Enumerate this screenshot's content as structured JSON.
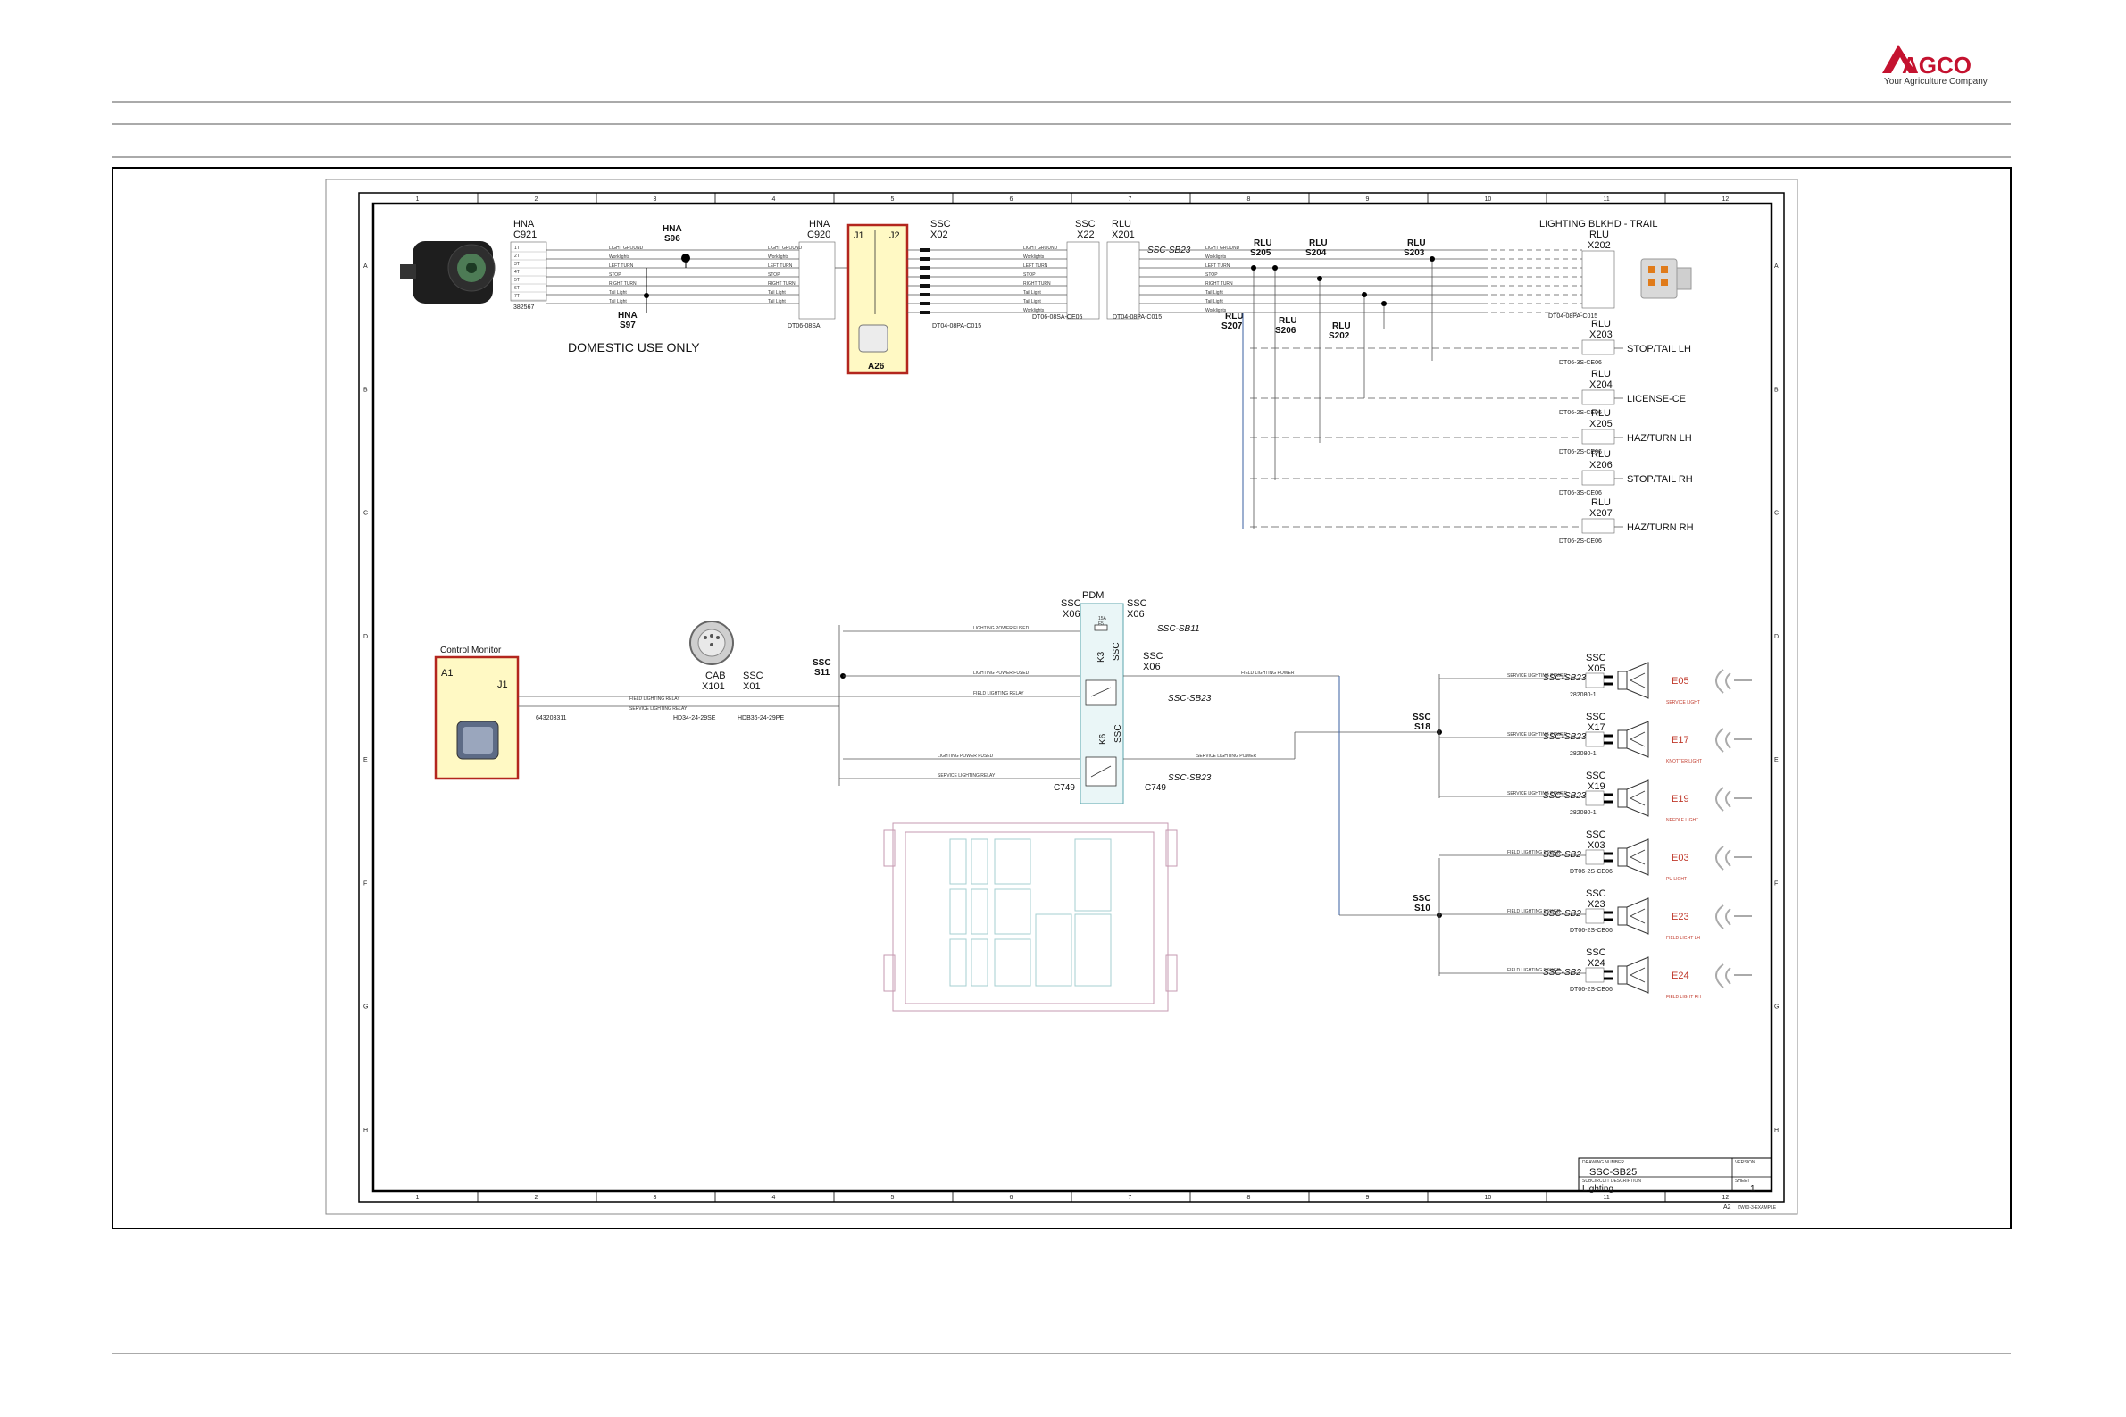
{
  "brand": {
    "name": "AGCO",
    "tagline": "Your Agriculture Company",
    "color": "#c4122f"
  },
  "grid": {
    "cols": [
      "1",
      "2",
      "3",
      "4",
      "5",
      "6",
      "7",
      "8",
      "9",
      "10",
      "11",
      "12"
    ],
    "rows": [
      "A",
      "B",
      "C",
      "D",
      "E",
      "F",
      "G",
      "H"
    ]
  },
  "title_block": {
    "drawing_number_label": "DRAWING NUMBER",
    "drawing_number": "SSC-SB25",
    "version_label": "VERSION",
    "subcircuit_label": "SUBCIRCUIT DESCRIPTION",
    "subcircuit": "Lighting",
    "sheet_label": "SHEET",
    "sheet": "1",
    "size": "A2",
    "revision_code": "ZW60-3-EXAMPLE"
  },
  "connectors": {
    "c921": {
      "top": "HNA",
      "id": "C921",
      "part": "382567",
      "pins": [
        "1T",
        "2T",
        "3T",
        "4T",
        "5T",
        "6T",
        "7T"
      ]
    },
    "s96": {
      "top": "HNA",
      "id": "S96"
    },
    "s97": {
      "top": "HNA",
      "id": "S97"
    },
    "c920": {
      "top": "HNA",
      "id": "C920",
      "part": "DT06-08SA"
    },
    "a26": {
      "id": "A26",
      "j1": "J1",
      "j2": "J2"
    },
    "x02": {
      "top": "SSC",
      "id": "X02",
      "part": "DT04-08PA-C015"
    },
    "x22": {
      "top": "SSC",
      "id": "X22",
      "part": "DT06-08SA-CE05"
    },
    "x201": {
      "top": "RLU",
      "id": "X201",
      "part": "DT04-08PA-C015"
    },
    "ref_sb23": "SSC-SB23",
    "domestic": "DOMESTIC USE ONLY",
    "x202": {
      "title": "LIGHTING BLKHD - TRAIL",
      "top": "RLU",
      "id": "X202",
      "part": "DT04-08PA-C015"
    },
    "x203": {
      "top": "RLU",
      "id": "X203",
      "part": "DT06-3S-CE06",
      "label": "STOP/TAIL LH"
    },
    "x204": {
      "top": "RLU",
      "id": "X204",
      "part": "DT06-2S-CE06",
      "label": "LICENSE-CE"
    },
    "x205": {
      "top": "RLU",
      "id": "X205",
      "part": "DT06-2S-CE06",
      "label": "HAZ/TURN LH"
    },
    "x206": {
      "top": "RLU",
      "id": "X206",
      "part": "DT06-3S-CE06",
      "label": "STOP/TAIL RH"
    },
    "x207": {
      "top": "RLU",
      "id": "X207",
      "part": "DT06-2S-CE06",
      "label": "HAZ/TURN RH"
    }
  },
  "splices": {
    "s205": {
      "top": "RLU",
      "id": "S205"
    },
    "s204": {
      "top": "RLU",
      "id": "S204"
    },
    "s203": {
      "top": "RLU",
      "id": "S203"
    },
    "s207": {
      "top": "RLU",
      "id": "S207"
    },
    "s206": {
      "top": "RLU",
      "id": "S206"
    },
    "s202": {
      "top": "RLU",
      "id": "S202"
    },
    "s11": {
      "top": "SSC",
      "id": "S11"
    },
    "s18": {
      "top": "SSC",
      "id": "S18"
    },
    "s10": {
      "top": "SSC",
      "id": "S10"
    }
  },
  "wires_top": [
    "LIGHT GROUND",
    "Worklights",
    "LEFT TURN",
    "STOP",
    "RIGHT TURN",
    "Tail Light",
    "Tail Light",
    "Worklights"
  ],
  "monitor": {
    "title": "Control Monitor",
    "id": "A1",
    "j1": "J1",
    "part": "643203311",
    "relay1": "FIELD LIGHTING RELAY",
    "relay2": "SERVICE LIGHTING RELAY"
  },
  "cab": {
    "top": "CAB",
    "id": "X101",
    "part": "HD34-24-29SE"
  },
  "x01": {
    "top": "SSC",
    "id": "X01",
    "part": "HDB36-24-29PE"
  },
  "pdm": {
    "title": "PDM",
    "left_top": "SSC",
    "left_id": "X06",
    "right_top": "SSC",
    "right_id": "X06",
    "ref_sb11": "SSC-SB11",
    "fuse": "15A",
    "fuse_id": "F5"
  },
  "relays": {
    "k3": {
      "id": "K3",
      "top": "SSC",
      "x": "X06",
      "ref": "SSC-SB23"
    },
    "k6": {
      "id": "K6",
      "top": "SSC",
      "c_left": "C749",
      "c_right": "C749",
      "ref": "SSC-SB23"
    }
  },
  "circuit_labels": {
    "lighting_power_fused": "LIGHTING POWER FUSED",
    "field_lighting_relay": "FIELD LIGHTING RELAY",
    "field_lighting_power": "FIELD LIGHTING POWER",
    "service_lighting_relay": "SERVICE LIGHTING RELAY",
    "service_lighting_power": "SERVICE LIGHTING POWER"
  },
  "lamps": [
    {
      "top": "SSC",
      "id": "X05",
      "ref": "SSC-SB23",
      "part": "282080-1",
      "code": "E05",
      "name": "SERVICE LIGHT"
    },
    {
      "top": "SSC",
      "id": "X17",
      "ref": "SSC-SB23",
      "part": "282080-1",
      "code": "E17",
      "name": "KNOTTER LIGHT"
    },
    {
      "top": "SSC",
      "id": "X19",
      "ref": "SSC-SB23",
      "part": "282080-1",
      "code": "E19",
      "name": "NEEDLE LIGHT"
    },
    {
      "top": "SSC",
      "id": "X03",
      "ref": "SSC-SB2",
      "part": "DT06-2S-CE06",
      "code": "E03",
      "name": "PU LIGHT"
    },
    {
      "top": "SSC",
      "id": "X23",
      "ref": "SSC-SB2",
      "part": "DT06-2S-CE06",
      "code": "E23",
      "name": "FIELD LIGHT LH"
    },
    {
      "top": "SSC",
      "id": "X24",
      "ref": "SSC-SB2",
      "part": "DT06-2S-CE06",
      "code": "E24",
      "name": "FIELD LIGHT RH"
    }
  ]
}
